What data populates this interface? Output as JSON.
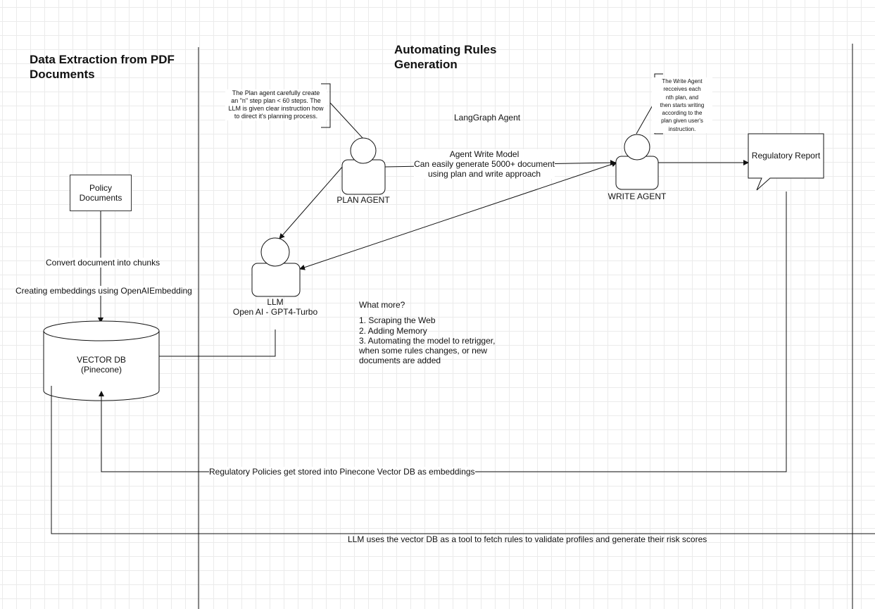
{
  "sections": {
    "left_title_line1": "Data Extraction from PDF",
    "left_title_line2": "Documents",
    "right_title_line1": "Automating Rules",
    "right_title_line2": "Generation"
  },
  "nodes": {
    "policy_documents": {
      "line1": "Policy",
      "line2": "Documents"
    },
    "vector_db": {
      "line1": "VECTOR DB",
      "line2": "(Pinecone)"
    },
    "plan_agent": {
      "label": "PLAN AGENT"
    },
    "llm": {
      "line1": "LLM",
      "line2": "Open AI - GPT4-Turbo"
    },
    "write_agent": {
      "label": "WRITE AGENT"
    },
    "regulatory_report": {
      "label": "Regulatory Report"
    }
  },
  "notes": {
    "plan_note": [
      "The Plan agent carefully create",
      "an \"n\" step plan < 60 steps. The",
      "LLM is given clear instruction how",
      "to direct it's planning process."
    ],
    "write_note": [
      "The Write Agent",
      "recceives each",
      "nth plan, and",
      "then starts writing",
      "according to the",
      "plan given user's",
      "instruction."
    ]
  },
  "labels": {
    "langgraph": "LangGraph Agent",
    "agent_write_model_line1": "Agent Write Model",
    "agent_write_model_line2": "Can easily generate 5000+ document",
    "agent_write_model_line3": "using plan and write approach",
    "convert_chunks": "Convert document into chunks",
    "creating_embeddings": "Creating embeddings using OpenAIEmbedding",
    "stored_embeddings": "Regulatory Policies get stored into Pinecone Vector DB as embeddings",
    "llm_uses_vector": "LLM uses the vector DB as a tool to fetch rules to validate profiles and generate their risk scores"
  },
  "what_more": {
    "title": "What more?",
    "items": [
      "1. Scraping the Web",
      "2. Adding Memory",
      "3. Automating the model to retrigger,",
      "when some rules changes, or new",
      "documents are added"
    ]
  }
}
